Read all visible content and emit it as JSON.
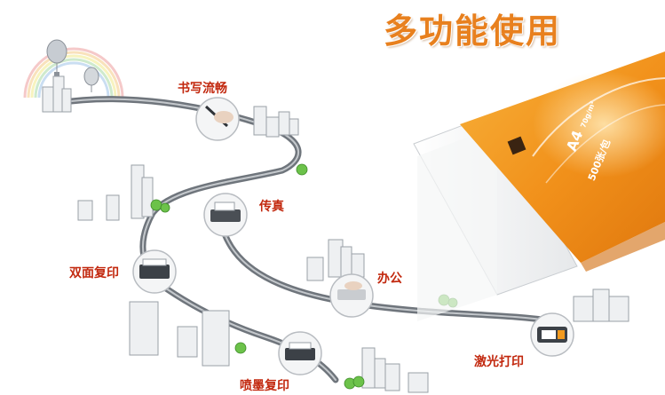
{
  "headline": "多功能使用",
  "labels": {
    "writing": "书写流畅",
    "fax": "传真",
    "duplex_copy": "双面复印",
    "office": "办公",
    "inkjet_copy": "喷墨复印",
    "laser_print": "激光打印"
  },
  "package": {
    "size": "A4",
    "weight": "70g/m²",
    "count": "500张/包"
  },
  "colors": {
    "headline": "#e8801e",
    "label": "#c2280e",
    "package": "#f39a1e",
    "road": "#6f757c"
  }
}
